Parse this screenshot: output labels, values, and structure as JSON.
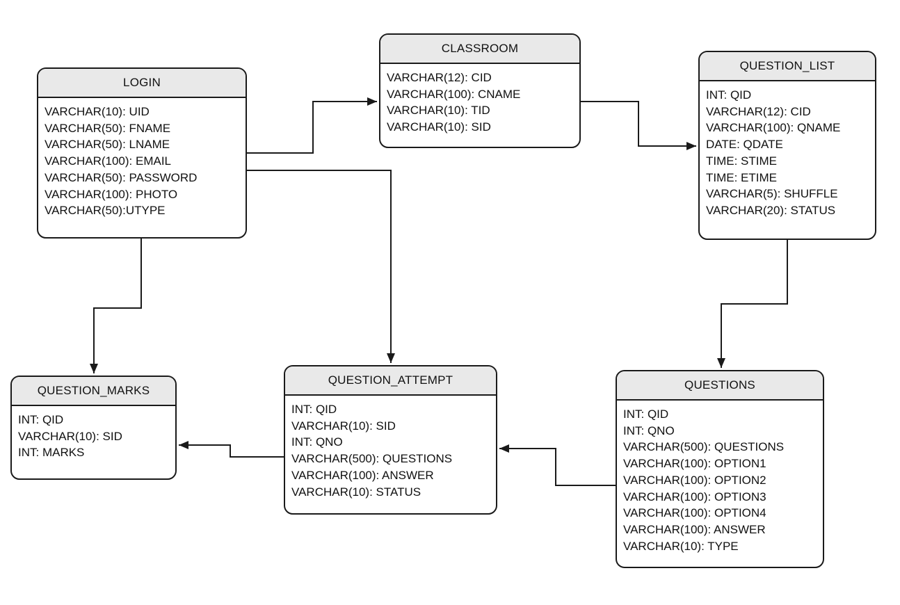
{
  "diagram": {
    "colors": {
      "header_fill": "#e9e9e9",
      "body_fill": "#ffffff",
      "border": "#1a1a1a",
      "text": "#111111"
    },
    "tables": [
      {
        "id": "login",
        "title": "LOGIN",
        "fields": [
          "VARCHAR(10): UID",
          "VARCHAR(50): FNAME",
          "VARCHAR(50): LNAME",
          "VARCHAR(100): EMAIL",
          "VARCHAR(50): PASSWORD",
          "VARCHAR(100): PHOTO",
          "VARCHAR(50):UTYPE"
        ]
      },
      {
        "id": "classroom",
        "title": "CLASSROOM",
        "fields": [
          "VARCHAR(12): CID",
          "VARCHAR(100): CNAME",
          "VARCHAR(10): TID",
          "VARCHAR(10): SID"
        ]
      },
      {
        "id": "question_list",
        "title": "QUESTION_LIST",
        "fields": [
          "INT: QID",
          "VARCHAR(12): CID",
          "VARCHAR(100): QNAME",
          "DATE: QDATE",
          "TIME: STIME",
          "TIME: ETIME",
          "VARCHAR(5): SHUFFLE",
          "VARCHAR(20): STATUS"
        ]
      },
      {
        "id": "question_marks",
        "title": "QUESTION_MARKS",
        "fields": [
          "INT: QID",
          "VARCHAR(10): SID",
          "INT: MARKS"
        ]
      },
      {
        "id": "question_attempt",
        "title": "QUESTION_ATTEMPT",
        "fields": [
          "INT: QID",
          "VARCHAR(10): SID",
          "INT: QNO",
          "VARCHAR(500): QUESTIONS",
          "VARCHAR(100): ANSWER",
          "VARCHAR(10): STATUS"
        ]
      },
      {
        "id": "questions",
        "title": "QUESTIONS",
        "fields": [
          "INT: QID",
          "INT: QNO",
          "VARCHAR(500): QUESTIONS",
          "VARCHAR(100): OPTION1",
          "VARCHAR(100): OPTION2",
          "VARCHAR(100): OPTION3",
          "VARCHAR(100): OPTION4",
          "VARCHAR(100): ANSWER",
          "VARCHAR(10): TYPE"
        ]
      }
    ],
    "relationships": [
      {
        "from": "LOGIN",
        "to": "CLASSROOM"
      },
      {
        "from": "CLASSROOM",
        "to": "QUESTION_LIST"
      },
      {
        "from": "LOGIN",
        "to": "QUESTION_ATTEMPT"
      },
      {
        "from": "LOGIN",
        "to": "QUESTION_MARKS"
      },
      {
        "from": "QUESTION_LIST",
        "to": "QUESTIONS"
      },
      {
        "from": "QUESTIONS",
        "to": "QUESTION_ATTEMPT"
      },
      {
        "from": "QUESTION_ATTEMPT",
        "to": "QUESTION_MARKS"
      }
    ]
  }
}
